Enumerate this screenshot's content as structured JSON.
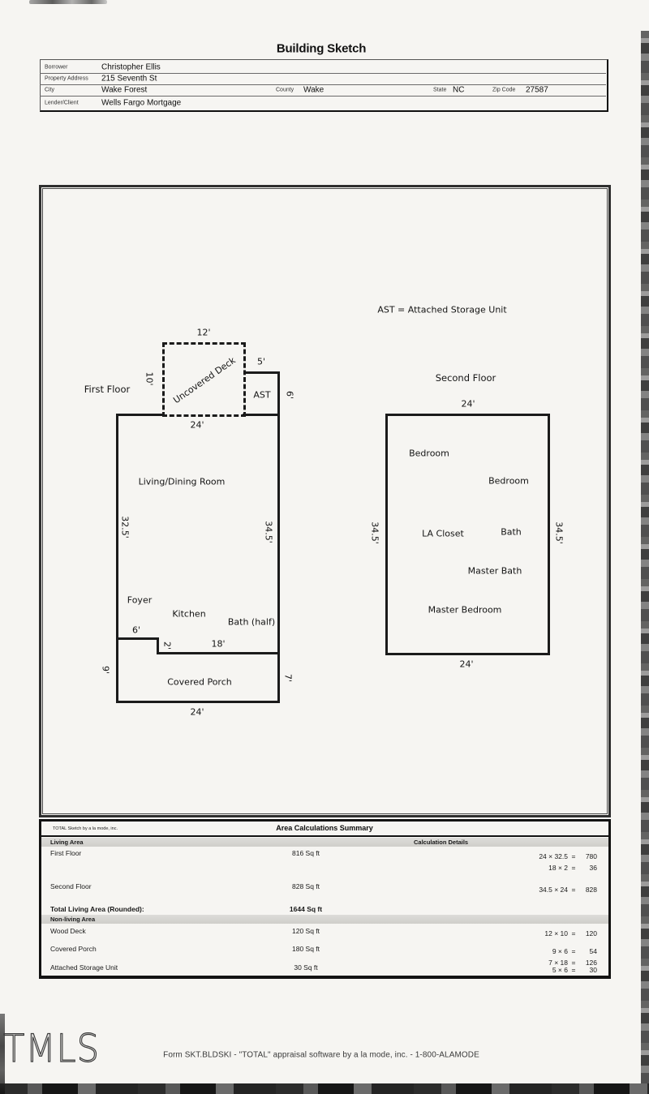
{
  "page": {
    "title": "Building Sketch"
  },
  "header_form": {
    "borrower_label": "Borrower",
    "borrower_value": "Christopher Ellis",
    "property_address_label": "Property Address",
    "property_address_value": "215 Seventh St",
    "city_label": "City",
    "city_value": "Wake Forest",
    "county_label": "County",
    "county_value": "Wake",
    "state_label": "State",
    "state_value": "NC",
    "zip_label": "Zip Code",
    "zip_value": "27587",
    "lender_label": "Lender/Client",
    "lender_value": "Wells Fargo Mortgage"
  },
  "sketch": {
    "legend": "AST = Attached Storage Unit",
    "first_floor": {
      "title": "First Floor",
      "deck_label": "Uncovered Deck",
      "deck_width": "12'",
      "deck_height": "10'",
      "ast_label": "AST",
      "ast_width": "5'",
      "ast_height": "6'",
      "top_dim": "24'",
      "left_dim": "32.5'",
      "right_dim": "34.5'",
      "room_living": "Living/Dining Room",
      "room_foyer": "Foyer",
      "room_kitchen": "Kitchen",
      "room_bath": "Bath (half)",
      "dim_6": "6'",
      "dim_2": "2'",
      "dim_18": "18'",
      "porch_label": "Covered Porch",
      "porch_left": "9'",
      "porch_right": "7'",
      "porch_bottom": "24'"
    },
    "second_floor": {
      "title": "Second Floor",
      "top_dim": "24'",
      "bottom_dim": "24'",
      "left_dim": "34.5'",
      "right_dim": "34.5'",
      "room_bedroom1": "Bedroom",
      "room_bedroom2": "Bedroom",
      "room_la_closet": "LA Closet",
      "room_bath": "Bath",
      "room_master_bath": "Master Bath",
      "room_master_bedroom": "Master Bedroom"
    }
  },
  "area_table": {
    "vendor": "TOTAL Sketch by a la mode, inc.",
    "title": "Area Calculations Summary",
    "living_header": "Living Area",
    "calc_header": "Calculation Details",
    "living_rows": [
      {
        "name": "First Floor",
        "area": "816 Sq ft",
        "calcs": [
          {
            "expr": "24 × 32.5",
            "eq": "=",
            "value": "780"
          },
          {
            "expr": "18 × 2",
            "eq": "=",
            "value": "36"
          }
        ]
      },
      {
        "name": "Second Floor",
        "area": "828 Sq ft",
        "calcs": [
          {
            "expr": "34.5 × 24",
            "eq": "=",
            "value": "828"
          }
        ]
      }
    ],
    "total_label": "Total Living Area (Rounded):",
    "total_value": "1644 Sq ft",
    "nonliving_header": "Non-living Area",
    "nonliving_rows": [
      {
        "name": "Wood Deck",
        "area": "120 Sq ft",
        "calcs": [
          {
            "expr": "12 × 10",
            "eq": "=",
            "value": "120"
          }
        ]
      },
      {
        "name": "Covered Porch",
        "area": "180 Sq ft",
        "calcs": [
          {
            "expr": "9 × 6",
            "eq": "=",
            "value": "54"
          },
          {
            "expr": "7 × 18",
            "eq": "=",
            "value": "126"
          }
        ]
      },
      {
        "name": "Attached Storage Unit",
        "area": "30 Sq ft",
        "calcs": [
          {
            "expr": "5 × 6",
            "eq": "=",
            "value": "30"
          }
        ]
      }
    ]
  },
  "footer": {
    "form_text": "Form SKT.BLDSKI - \"TOTAL\" appraisal software by a la mode, inc. - 1-800-ALAMODE",
    "watermark": "TMLS"
  }
}
